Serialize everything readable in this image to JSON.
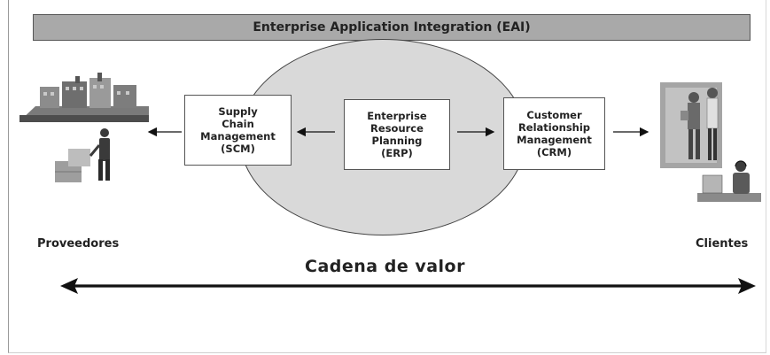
{
  "banner": {
    "title": "Enterprise Application Integration (EAI)"
  },
  "modules": {
    "scm": "Supply\nChain\nManagement\n(SCM)",
    "erp": "Enterprise\nResource\nPlanning\n(ERP)",
    "crm": "Customer\nRelationship\nManagement\n(CRM)"
  },
  "labels": {
    "left": "Proveedores",
    "right": "Clientes",
    "chain": "Cadena de valor"
  },
  "icons": [
    "factory-icon",
    "worker-with-boxes-icon",
    "customers-meeting-icon",
    "call-center-agent-icon"
  ],
  "colors": {
    "banner": "#a9a9a9",
    "ellipse": "#d9d9d9",
    "arrow": "#111111"
  }
}
